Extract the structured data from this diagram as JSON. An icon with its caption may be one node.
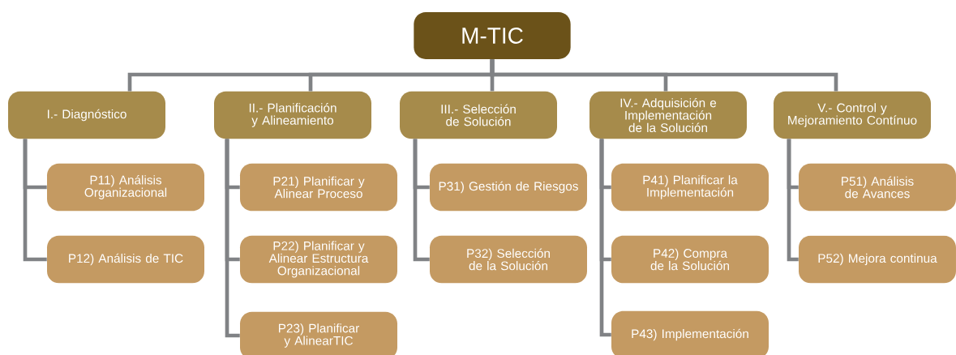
{
  "diagram": {
    "nodes": [
      {
        "text": [
          "M-TIC"
        ]
      },
      {
        "text": [
          "I.- Diagnóstico"
        ]
      },
      {
        "text": [
          "II.- Planificación y Alineamiento"
        ]
      },
      {
        "text": [
          "III.- Selección de Solución"
        ]
      },
      {
        "text": [
          "IV.- Adquisición e Implementación de la Solución"
        ]
      },
      {
        "text": [
          "V.- Control y Mejoramiento Contínuo"
        ]
      },
      {
        "text": [
          "P11) Análisis Organizacional"
        ]
      },
      {
        "text": [
          "P12) Análisis de TIC"
        ]
      },
      {
        "text": [
          "P21) Planificar y Alinear Proceso"
        ]
      },
      {
        "text": [
          "P22) Planificar y Alinear Estructura Organizacional"
        ]
      },
      {
        "text": [
          "P23) Planificar y AlinearTIC"
        ]
      },
      {
        "text": [
          "P31) Gestión de Riesgos"
        ]
      },
      {
        "text": [
          "P32) Selección de la Solución"
        ]
      },
      {
        "text": [
          "P41) Planificar la Implementación"
        ]
      },
      {
        "text": [
          "P42) Compra de la Solución"
        ]
      },
      {
        "text": [
          "P43) Implementación"
        ]
      },
      {
        "text": [
          "P51) Análisis de Avances"
        ]
      },
      {
        "text": [
          "P52) Mejora continua"
        ]
      }
    ],
    "edges": [
      {
        "from": 0,
        "to": 1,
        "arrow": "none"
      },
      {
        "from": 0,
        "to": 2,
        "arrow": "none"
      },
      {
        "from": 0,
        "to": 3,
        "arrow": "none"
      },
      {
        "from": 0,
        "to": 4,
        "arrow": "none"
      },
      {
        "from": 0,
        "to": 5,
        "arrow": "none"
      },
      {
        "from": 1,
        "to": 6,
        "arrow": "none"
      },
      {
        "from": 1,
        "to": 7,
        "arrow": "none"
      },
      {
        "from": 2,
        "to": 8,
        "arrow": "none"
      },
      {
        "from": 2,
        "to": 9,
        "arrow": "none"
      },
      {
        "from": 2,
        "to": 10,
        "arrow": "none"
      },
      {
        "from": 3,
        "to": 11,
        "arrow": "none"
      },
      {
        "from": 3,
        "to": 12,
        "arrow": "none"
      },
      {
        "from": 4,
        "to": 13,
        "arrow": "none"
      },
      {
        "from": 4,
        "to": 14,
        "arrow": "none"
      },
      {
        "from": 4,
        "to": 15,
        "arrow": "none"
      },
      {
        "from": 5,
        "to": 16,
        "arrow": "none"
      },
      {
        "from": 5,
        "to": 17,
        "arrow": "none"
      }
    ]
  }
}
